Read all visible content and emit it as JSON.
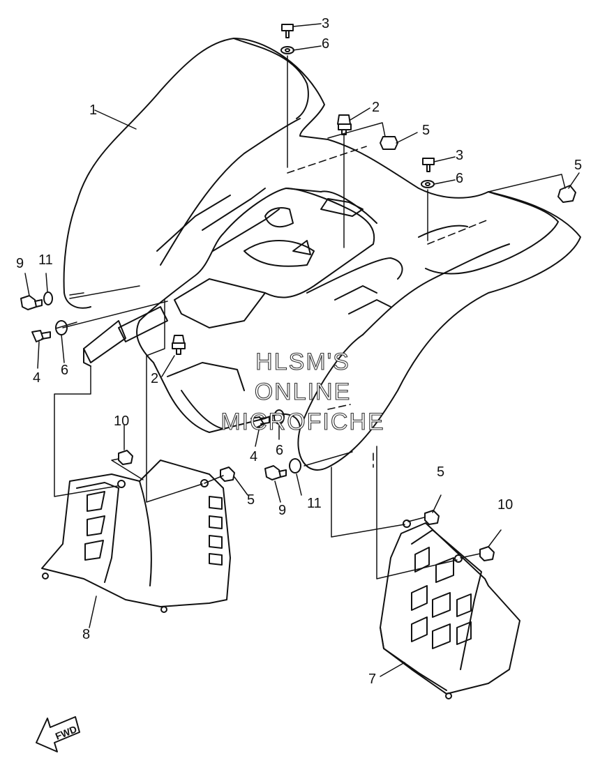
{
  "callouts": {
    "c1": "1",
    "c2_top": "2",
    "c2_left": "2",
    "c3_top": "3",
    "c3_mid": "3",
    "c4_left": "4",
    "c4_mid": "4",
    "c5_top": "5",
    "c5_right": "5",
    "c5_left": "5",
    "c5_lower": "5",
    "c6_top": "6",
    "c6_mid": "6",
    "c6_left": "6",
    "c6_center": "6",
    "c7": "7",
    "c8": "8",
    "c9_left": "9",
    "c9_mid": "9",
    "c10_left": "10",
    "c10_right": "10",
    "c11_left": "11",
    "c11_mid": "11"
  },
  "watermark": {
    "line1": "HLSM'S",
    "line2": "ONLINE",
    "line3": "MICROFICHE"
  },
  "fwd_label": "FWD"
}
